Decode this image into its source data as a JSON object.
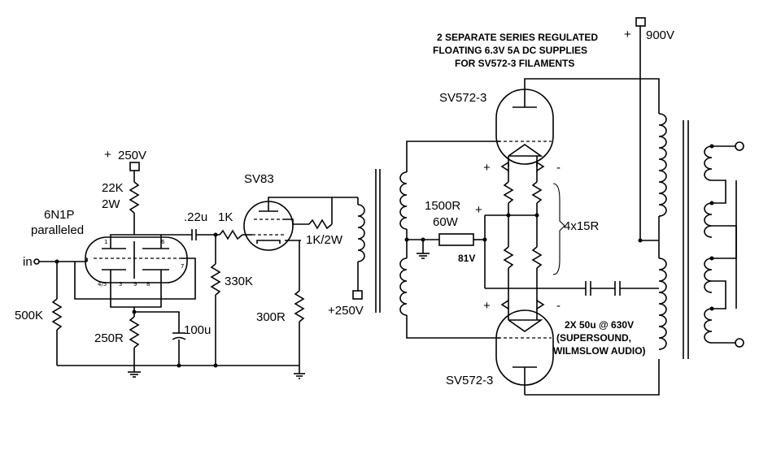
{
  "notes": {
    "supply_line1": "2 SEPARATE SERIES REGULATED",
    "supply_line2": "FLOATING 6.3V 5A DC SUPPLIES",
    "supply_line3": "FOR SV572-3 FILAMENTS",
    "caps_line1": "2X 50u @ 630V",
    "caps_line2": "(SUPERSOUND,",
    "caps_line3": "WILMSLOW AUDIO)"
  },
  "tubes": {
    "driver_name": "6N1P",
    "driver_note": "paralleled",
    "sv83": "SV83",
    "top_output": "SV572-3",
    "bottom_output": "SV572-3"
  },
  "supplies": {
    "b_plus_250_top": "250V",
    "b_plus_250_bottom": "+250V",
    "b_plus_900": "900V",
    "plus_sign": "+"
  },
  "components": {
    "r_anode": "22K",
    "r_anode_power": "2W",
    "coupling_cap": ".22u",
    "grid_stopper": "1K",
    "grid_leak": "330K",
    "input_r": "500K",
    "cathode_r": "250R",
    "cathode_cap": "100u",
    "screen_r": "1K/2W",
    "sv83_cathode_r": "300R",
    "bias_r": "1500R",
    "bias_r_power": "60W",
    "bias_voltage": "81V",
    "fil_resistors": "4x15R"
  },
  "signals": {
    "input": "in"
  },
  "polarity": {
    "plus": "+",
    "minus": "-"
  }
}
